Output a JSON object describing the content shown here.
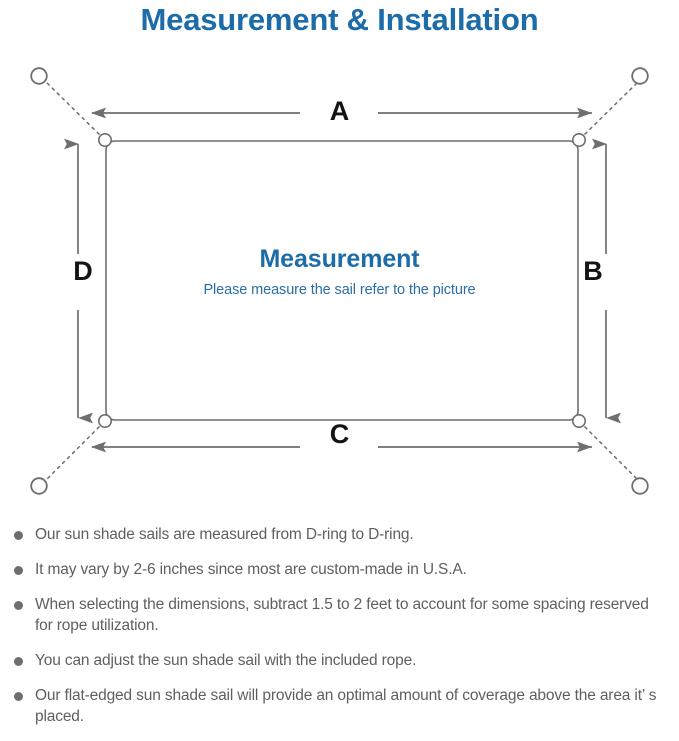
{
  "header": {
    "title": "Measurement & Installation",
    "title_color": "#1b6ca8"
  },
  "diagram": {
    "center": {
      "heading": "Measurement",
      "subheading": "Please measure the sail refer to the picture",
      "heading_color": "#1b6ca8",
      "subheading_color": "#2b6ea8"
    },
    "dimensions": {
      "top": "A",
      "right": "B",
      "bottom": "C",
      "left": "D"
    },
    "stroke_color": "#6e6e6e",
    "sail_label": "sun-shade-sail-rectangle",
    "anchors": [
      "anchor-top-left",
      "anchor-top-right",
      "anchor-bottom-left",
      "anchor-bottom-right"
    ],
    "d_rings": [
      "d-ring-top-left",
      "d-ring-top-right",
      "d-ring-bottom-left",
      "d-ring-bottom-right"
    ]
  },
  "notes": {
    "bullet_color": "#6e6e6e",
    "text_color": "#5f5f5f",
    "items": [
      "Our sun shade sails are measured from D-ring to D-ring.",
      "It may vary by 2-6 inches since most are custom-made in U.S.A.",
      "When selecting the dimensions, subtract 1.5 to 2 feet to account for some spacing reserved for rope utilization.",
      "You can adjust the sun shade sail with the included rope.",
      "Our flat-edged sun shade sail will provide an optimal amount of coverage above the area it’ s placed."
    ]
  }
}
